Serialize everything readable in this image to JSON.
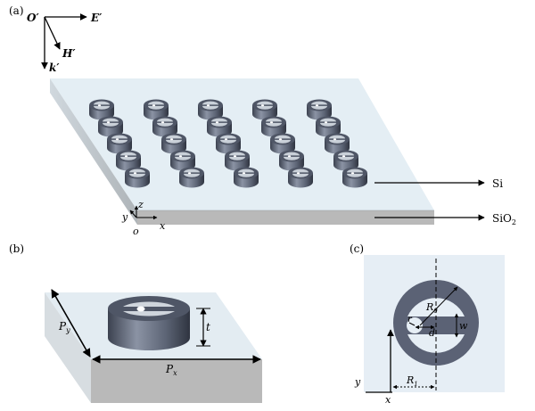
{
  "panels": {
    "a": {
      "tag": "(a)"
    },
    "b": {
      "tag": "(b)"
    },
    "c": {
      "tag": "(c)"
    }
  },
  "beam_axes": {
    "origin": "O′",
    "e_field": "E′",
    "h_field": "H′",
    "k_vector": "k′"
  },
  "materials": {
    "pillar": "Si",
    "substrate_prefix": "SiO",
    "substrate_sub": "2"
  },
  "coords_a": {
    "z": "z",
    "y": "y",
    "x": "x",
    "o": "o"
  },
  "unit_cell": {
    "px_base": "P",
    "px_sub": "x",
    "py_base": "P",
    "py_sub": "y",
    "t": "t"
  },
  "ring_params": {
    "r0_base": "R",
    "r0_sub": "0",
    "r1_base": "R",
    "r1_sub": "1",
    "r": "r",
    "d": "d",
    "w": "w"
  },
  "coords_c": {
    "y": "y",
    "x": "x"
  },
  "colors": {
    "substrate_top": "#e4eef4",
    "substrate_front": "#b9b9b9",
    "pillar_side": "#5f6678",
    "pillar_top": "#4f5666",
    "panel_c_bg": "#e6eef5",
    "ring": "#5b6275"
  },
  "array": {
    "rows": 5,
    "columns": 5
  }
}
